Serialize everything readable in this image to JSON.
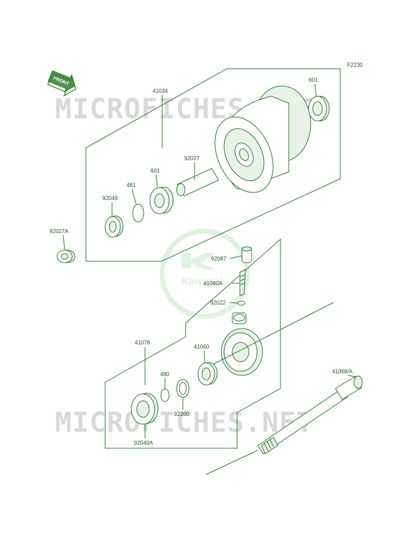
{
  "diagram": {
    "code": "F2230",
    "front_label": "FRONT",
    "watermark": "MICROFICHES.NET",
    "logo_text": "Kawasaki",
    "colors": {
      "ink": "#2e7d2e",
      "label": "#1f5a1f",
      "watermark": "#d9d9d9",
      "logo": "#c8e6c8"
    },
    "parts": [
      {
        "ref": "41034"
      },
      {
        "ref": "601"
      },
      {
        "ref": "92027"
      },
      {
        "ref": "601"
      },
      {
        "ref": "481"
      },
      {
        "ref": "92049"
      },
      {
        "ref": "92027A"
      },
      {
        "ref": "92087"
      },
      {
        "ref": "41060A"
      },
      {
        "ref": "92022"
      },
      {
        "ref": "41078"
      },
      {
        "ref": "41060"
      },
      {
        "ref": "480"
      },
      {
        "ref": "92200"
      },
      {
        "ref": "92049A"
      },
      {
        "ref": "41068/A"
      }
    ]
  }
}
